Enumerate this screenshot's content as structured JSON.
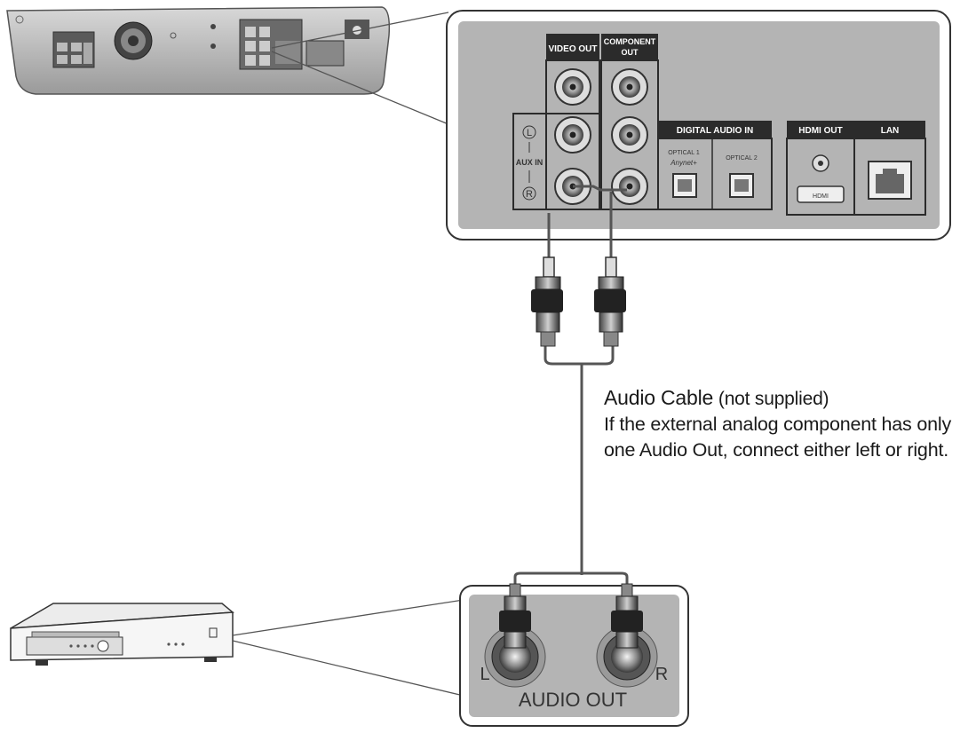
{
  "back_panel": {
    "video_out_label": "VIDEO OUT",
    "component_out_label": "COMPONENT",
    "component_out_label_line2": "OUT",
    "aux_in_label": "AUX IN",
    "aux_left_symbol": "L",
    "aux_right_symbol": "R",
    "digital_audio_in_label": "DIGITAL AUDIO IN",
    "optical1_label": "OPTICAL 1",
    "optical1_sublabel": "Anynet+",
    "optical2_label": "OPTICAL 2",
    "hdmi_out_label": "HDMI OUT",
    "lan_label": "LAN",
    "hdmi_port_text": "HDMI"
  },
  "cable": {
    "title": "Audio Cable",
    "title_note": "(not supplied)",
    "description": "If the external analog component has only one Audio Out, connect either left or right."
  },
  "audio_out_panel": {
    "label": "AUDIO OUT",
    "left_label": "L",
    "right_label": "R"
  },
  "colors": {
    "panel_fill": "#b4b4b4",
    "label_bar": "#2b2b2b",
    "line": "#555555"
  }
}
